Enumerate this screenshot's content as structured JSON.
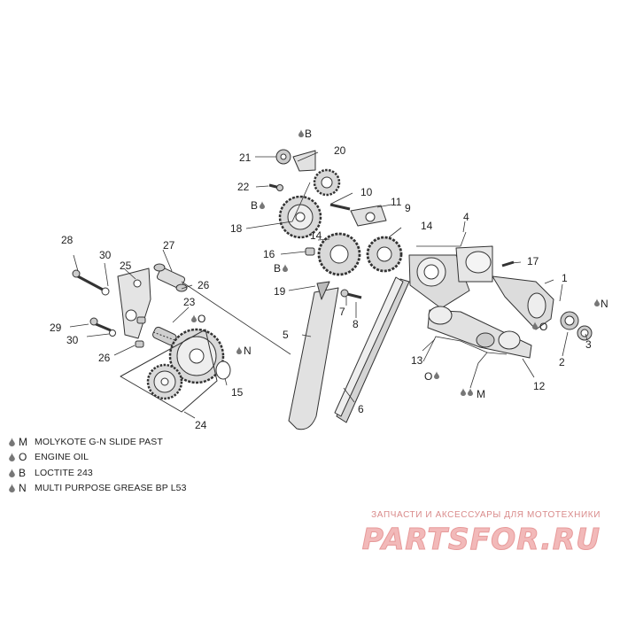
{
  "callouts": {
    "1": "1",
    "2": "2",
    "3": "3",
    "4": "4",
    "5": "5",
    "6": "6",
    "7": "7",
    "8": "8",
    "9": "9",
    "10": "10",
    "11": "11",
    "12": "12",
    "13": "13",
    "14a": "14",
    "14b": "14",
    "15": "15",
    "16": "16",
    "17": "17",
    "18": "18",
    "19": "19",
    "20": "20",
    "21": "21",
    "22": "22",
    "23": "23",
    "24": "24",
    "25": "25",
    "26a": "26",
    "26b": "26",
    "27": "27",
    "28": "28",
    "29": "29",
    "30a": "30",
    "30b": "30"
  },
  "lube_marks": {
    "b1": "B",
    "b2": "B",
    "b3": "B",
    "o1": "O",
    "o2": "O",
    "o3": "O",
    "m1": "M",
    "n1": "N",
    "n2": "N"
  },
  "legend": [
    {
      "code": "M",
      "desc": "MOLYKOTE G-N SLIDE PAST"
    },
    {
      "code": "O",
      "desc": "ENGINE OIL"
    },
    {
      "code": "B",
      "desc": "LOCTITE 243"
    },
    {
      "code": "N",
      "desc": "MULTI PURPOSE GREASE BP L53"
    }
  ],
  "watermark": {
    "tagline": "ЗАПЧАСТИ И АКСЕССУАРЫ ДЛЯ МОТОТЕХНИКИ",
    "logo": "PARTSFOR.RU"
  },
  "colors": {
    "line": "#333333",
    "part_fill": "#e6e6e6",
    "watermark": "#e79a9a"
  }
}
